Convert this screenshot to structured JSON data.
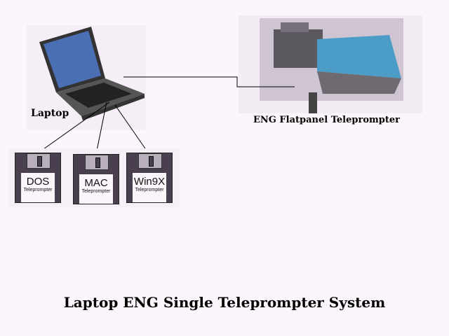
{
  "labels": {
    "laptop": "Laptop",
    "teleprompter": "ENG Flatpanel Teleprompter",
    "title": "Laptop ENG Single Teleprompter System"
  },
  "floppies": [
    {
      "os": "DOS",
      "sub": "Teleprompter"
    },
    {
      "os": "MAC",
      "sub": "Teleprompter"
    },
    {
      "os": "Win9X",
      "sub": "Teleprompter"
    }
  ]
}
